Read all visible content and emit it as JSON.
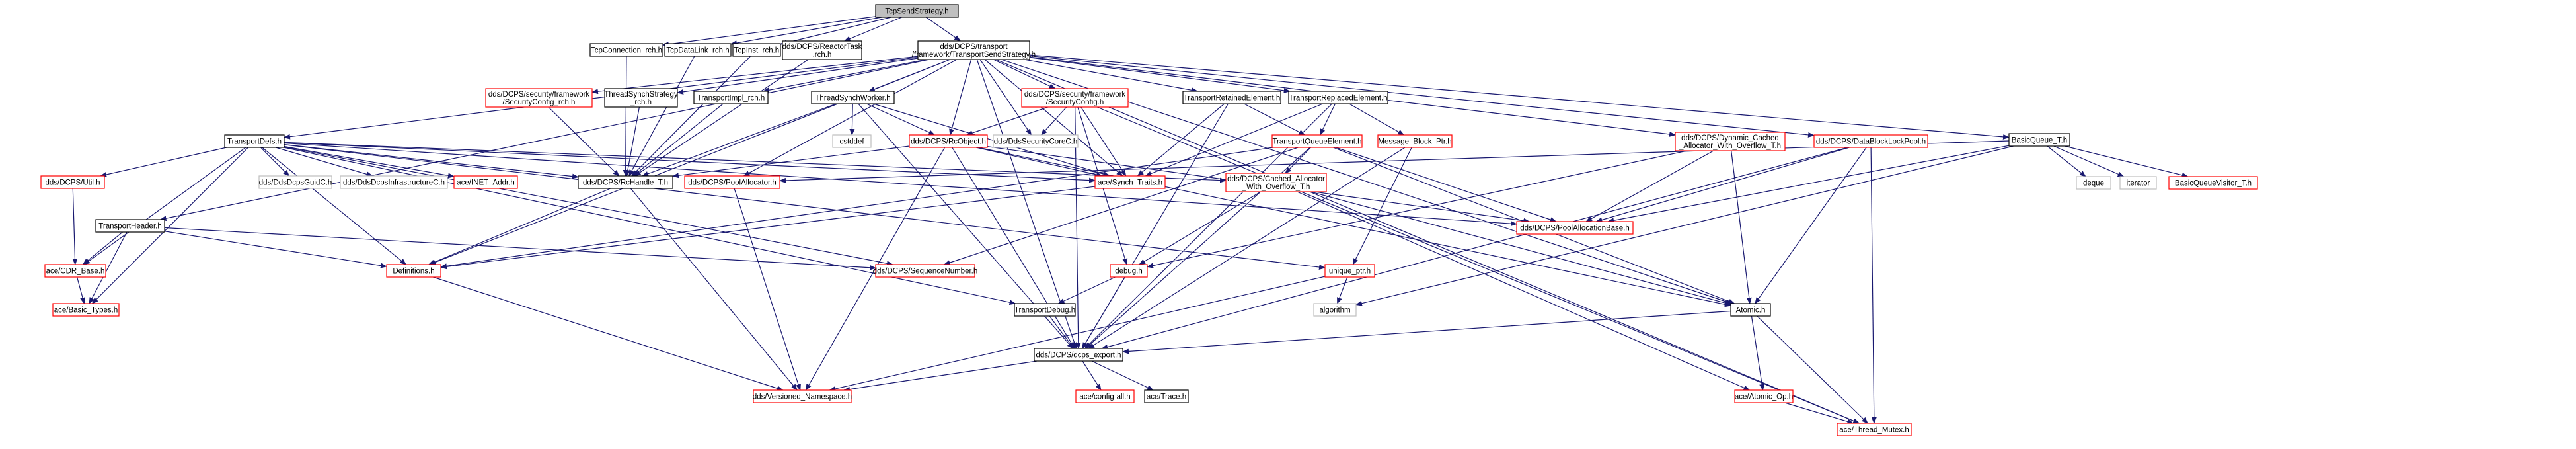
{
  "colors": {
    "edge": "#191970",
    "root_fill": "#bfbfbf",
    "node_border_black": "#000000",
    "node_border_red": "#ff0000",
    "node_border_grey": "#bfbfbf",
    "text": "#000000"
  },
  "nodes": [
    {
      "id": "root",
      "lines": [
        "TcpSendStrategy.h"
      ],
      "style": "root"
    },
    {
      "id": "tcpconn",
      "lines": [
        "TcpConnection_rch.h"
      ],
      "style": "black"
    },
    {
      "id": "tcpdatalink",
      "lines": [
        "TcpDataLink_rch.h"
      ],
      "style": "black"
    },
    {
      "id": "tcpinst",
      "lines": [
        "TcpInst_rch.h"
      ],
      "style": "black"
    },
    {
      "id": "reactortask",
      "lines": [
        "dds/DCPS/ReactorTask",
        ".rch.h"
      ],
      "style": "black"
    },
    {
      "id": "transportsend",
      "lines": [
        "dds/DCPS/transport",
        "/framework/TransportSendStrategy.h"
      ],
      "style": "black"
    },
    {
      "id": "secfw_rch",
      "lines": [
        "dds/DCPS/security/framework",
        "/SecurityConfig_rch.h"
      ],
      "style": "red"
    },
    {
      "id": "threadsynchstrategy",
      "lines": [
        "ThreadSynchStrategy",
        "_rch.h"
      ],
      "style": "black"
    },
    {
      "id": "transportimpl",
      "lines": [
        "TransportImpl_rch.h"
      ],
      "style": "black"
    },
    {
      "id": "threadsynchworker",
      "lines": [
        "ThreadSynchWorker.h"
      ],
      "style": "black"
    },
    {
      "id": "secconfig",
      "lines": [
        "dds/DCPS/security/framework",
        "/SecurityConfig.h"
      ],
      "style": "red"
    },
    {
      "id": "transportretained",
      "lines": [
        "TransportRetainedElement.h"
      ],
      "style": "black"
    },
    {
      "id": "transportreplaced",
      "lines": [
        "TransportReplacedElement.h"
      ],
      "style": "black"
    },
    {
      "id": "basicqueue",
      "lines": [
        "BasicQueue_T.h"
      ],
      "style": "black"
    },
    {
      "id": "transportdefs",
      "lines": [
        "TransportDefs.h"
      ],
      "style": "black"
    },
    {
      "id": "cstddef",
      "lines": [
        "cstddef"
      ],
      "style": "grey"
    },
    {
      "id": "rcobject",
      "lines": [
        "dds/DCPS/RcObject.h"
      ],
      "style": "red"
    },
    {
      "id": "ddssecuritycore",
      "lines": [
        "dds/DdsSecurityCoreC.h"
      ],
      "style": "grey"
    },
    {
      "id": "transportqueue",
      "lines": [
        "TransportQueueElement.h"
      ],
      "style": "red"
    },
    {
      "id": "messageblock",
      "lines": [
        "Message_Block_Ptr.h"
      ],
      "style": "red"
    },
    {
      "id": "dyncached",
      "lines": [
        "dds/DCPS/Dynamic_Cached",
        "_Allocator_With_Overflow_T.h"
      ],
      "style": "red"
    },
    {
      "id": "datablocklock",
      "lines": [
        "dds/DCPS/DataBlockLockPool.h"
      ],
      "style": "red"
    },
    {
      "id": "deque",
      "lines": [
        "deque"
      ],
      "style": "grey"
    },
    {
      "id": "iterator",
      "lines": [
        "iterator"
      ],
      "style": "grey"
    },
    {
      "id": "basicqueuevisitor",
      "lines": [
        "BasicQueueVisitor_T.h"
      ],
      "style": "red"
    },
    {
      "id": "ddsutil",
      "lines": [
        "dds/DCPS/Util.h"
      ],
      "style": "red"
    },
    {
      "id": "transportheader",
      "lines": [
        "TransportHeader.h"
      ],
      "style": "black"
    },
    {
      "id": "guidc",
      "lines": [
        "dds/DdsDcpsGuidC.h"
      ],
      "style": "grey"
    },
    {
      "id": "infrac",
      "lines": [
        "dds/DdsDcpsInfrastructureC.h"
      ],
      "style": "grey"
    },
    {
      "id": "inetaddr",
      "lines": [
        "ace/INET_Addr.h"
      ],
      "style": "red"
    },
    {
      "id": "rchandle",
      "lines": [
        "dds/DCPS/RcHandle_T.h"
      ],
      "style": "black"
    },
    {
      "id": "poolallocator",
      "lines": [
        "dds/DCPS/PoolAllocator.h"
      ],
      "style": "red"
    },
    {
      "id": "synchtraits",
      "lines": [
        "ace/Synch_Traits.h"
      ],
      "style": "red"
    },
    {
      "id": "cachedalloc",
      "lines": [
        "dds/DCPS/Cached_Allocator",
        "_With_Overflow_T.h"
      ],
      "style": "red"
    },
    {
      "id": "poolallocbase",
      "lines": [
        "dds/DCPS/PoolAllocationBase.h"
      ],
      "style": "red"
    },
    {
      "id": "cdrbase",
      "lines": [
        "ace/CDR_Base.h"
      ],
      "style": "red"
    },
    {
      "id": "definitions",
      "lines": [
        "Definitions.h"
      ],
      "style": "red"
    },
    {
      "id": "seqnum",
      "lines": [
        "dds/DCPS/SequenceNumber.h"
      ],
      "style": "red"
    },
    {
      "id": "debug",
      "lines": [
        "debug.h"
      ],
      "style": "red"
    },
    {
      "id": "uniqueptr",
      "lines": [
        "unique_ptr.h"
      ],
      "style": "red"
    },
    {
      "id": "basictypes",
      "lines": [
        "ace/Basic_Types.h"
      ],
      "style": "red"
    },
    {
      "id": "transportdebug",
      "lines": [
        "TransportDebug.h"
      ],
      "style": "black"
    },
    {
      "id": "algorithm",
      "lines": [
        "algorithm"
      ],
      "style": "grey"
    },
    {
      "id": "atomic",
      "lines": [
        "Atomic.h"
      ],
      "style": "black"
    },
    {
      "id": "dcpsexport",
      "lines": [
        "dds/DCPS/dcps_export.h"
      ],
      "style": "black"
    },
    {
      "id": "atomicop",
      "lines": [
        "ace/Atomic_Op.h"
      ],
      "style": "red"
    },
    {
      "id": "versioned",
      "lines": [
        "dds/Versioned_Namespace.h"
      ],
      "style": "red"
    },
    {
      "id": "configall",
      "lines": [
        "ace/config-all.h"
      ],
      "style": "red"
    },
    {
      "id": "acetrace",
      "lines": [
        "ace/Trace.h"
      ],
      "style": "black"
    },
    {
      "id": "threadmutex",
      "lines": [
        "ace/Thread_Mutex.h"
      ],
      "style": "red"
    }
  ],
  "edges": [
    [
      "root",
      "tcpconn"
    ],
    [
      "root",
      "tcpdatalink"
    ],
    [
      "root",
      "tcpinst"
    ],
    [
      "root",
      "reactortask"
    ],
    [
      "root",
      "transportsend"
    ],
    [
      "tcpconn",
      "rchandle"
    ],
    [
      "tcpdatalink",
      "rchandle"
    ],
    [
      "tcpinst",
      "rchandle"
    ],
    [
      "reactortask",
      "rchandle"
    ],
    [
      "transportsend",
      "secfw_rch"
    ],
    [
      "transportsend",
      "threadsynchstrategy"
    ],
    [
      "transportsend",
      "transportimpl"
    ],
    [
      "transportsend",
      "threadsynchworker"
    ],
    [
      "transportsend",
      "secconfig"
    ],
    [
      "transportsend",
      "transportretained"
    ],
    [
      "transportsend",
      "transportreplaced"
    ],
    [
      "transportsend",
      "basicqueue"
    ],
    [
      "transportsend",
      "transportdefs"
    ],
    [
      "transportsend",
      "transportheader"
    ],
    [
      "transportsend",
      "rcobject"
    ],
    [
      "transportsend",
      "ddssecuritycore"
    ],
    [
      "transportsend",
      "poolallocator"
    ],
    [
      "transportsend",
      "synchtraits"
    ],
    [
      "transportsend",
      "dyncached"
    ],
    [
      "transportsend",
      "datablocklock"
    ],
    [
      "transportsend",
      "atomic"
    ],
    [
      "transportsend",
      "dcpsexport"
    ],
    [
      "transportsend",
      "threadmutex"
    ],
    [
      "transportsend",
      "definitions"
    ],
    [
      "secfw_rch",
      "rchandle"
    ],
    [
      "threadsynchstrategy",
      "rchandle"
    ],
    [
      "transportimpl",
      "rchandle"
    ],
    [
      "threadsynchworker",
      "cstddef"
    ],
    [
      "threadsynchworker",
      "rcobject"
    ],
    [
      "threadsynchworker",
      "rchandle"
    ],
    [
      "threadsynchworker",
      "synchtraits"
    ],
    [
      "threadsynchworker",
      "dcpsexport"
    ],
    [
      "secconfig",
      "ddssecuritycore"
    ],
    [
      "secconfig",
      "rcobject"
    ],
    [
      "secconfig",
      "synchtraits"
    ],
    [
      "secconfig",
      "dcpsexport"
    ],
    [
      "secconfig",
      "debug"
    ],
    [
      "secconfig",
      "threadmutex"
    ],
    [
      "transportretained",
      "transportqueue"
    ],
    [
      "transportretained",
      "synchtraits"
    ],
    [
      "transportretained",
      "dcpsexport"
    ],
    [
      "transportreplaced",
      "transportqueue"
    ],
    [
      "transportreplaced",
      "messageblock"
    ],
    [
      "transportreplaced",
      "synchtraits"
    ],
    [
      "transportreplaced",
      "dcpsexport"
    ],
    [
      "basicqueue",
      "deque"
    ],
    [
      "basicqueue",
      "iterator"
    ],
    [
      "basicqueue",
      "basicqueuevisitor"
    ],
    [
      "basicqueue",
      "poolallocator"
    ],
    [
      "basicqueue",
      "poolallocbase"
    ],
    [
      "basicqueue",
      "algorithm"
    ],
    [
      "transportdefs",
      "ddsutil"
    ],
    [
      "transportdefs",
      "guidc"
    ],
    [
      "transportdefs",
      "infrac"
    ],
    [
      "transportdefs",
      "inetaddr"
    ],
    [
      "transportdefs",
      "rchandle"
    ],
    [
      "transportdefs",
      "cdrbase"
    ],
    [
      "transportdefs",
      "basictypes"
    ],
    [
      "transportdefs",
      "definitions"
    ],
    [
      "transportdefs",
      "seqnum"
    ],
    [
      "transportdefs",
      "transportdebug"
    ],
    [
      "transportdefs",
      "cachedalloc"
    ],
    [
      "transportdefs",
      "poolallocbase"
    ],
    [
      "transportdefs",
      "synchtraits"
    ],
    [
      "transportdefs",
      "uniqueptr"
    ],
    [
      "rcobject",
      "rchandle"
    ],
    [
      "rcobject",
      "synchtraits"
    ],
    [
      "rcobject",
      "atomic"
    ],
    [
      "rcobject",
      "dcpsexport"
    ],
    [
      "rcobject",
      "versioned"
    ],
    [
      "rcobject",
      "poolallocbase"
    ],
    [
      "transportqueue",
      "definitions"
    ],
    [
      "transportqueue",
      "cachedalloc"
    ],
    [
      "transportqueue",
      "poolallocbase"
    ],
    [
      "transportqueue",
      "dcpsexport"
    ],
    [
      "transportqueue",
      "atomic"
    ],
    [
      "transportqueue",
      "seqnum"
    ],
    [
      "messageblock",
      "uniqueptr"
    ],
    [
      "messageblock",
      "dcpsexport"
    ],
    [
      "dyncached",
      "poolallocbase"
    ],
    [
      "dyncached",
      "debug"
    ],
    [
      "dyncached",
      "atomic"
    ],
    [
      "datablocklock",
      "atomic"
    ],
    [
      "datablocklock",
      "dcpsexport"
    ],
    [
      "datablocklock",
      "threadmutex"
    ],
    [
      "datablocklock",
      "poolallocbase"
    ],
    [
      "ddsutil",
      "cdrbase"
    ],
    [
      "transportheader",
      "cdrbase"
    ],
    [
      "transportheader",
      "basictypes"
    ],
    [
      "transportheader",
      "seqnum"
    ],
    [
      "transportheader",
      "definitions"
    ],
    [
      "rchandle",
      "definitions"
    ],
    [
      "rchandle",
      "versioned"
    ],
    [
      "poolallocator",
      "versioned"
    ],
    [
      "synchtraits",
      "definitions"
    ],
    [
      "cachedalloc",
      "debug"
    ],
    [
      "cachedalloc",
      "atomic"
    ],
    [
      "cachedalloc",
      "atomicop"
    ],
    [
      "cdrbase",
      "basictypes"
    ],
    [
      "definitions",
      "versioned"
    ],
    [
      "debug",
      "transportdebug"
    ],
    [
      "debug",
      "dcpsexport"
    ],
    [
      "uniqueptr",
      "algorithm"
    ],
    [
      "uniqueptr",
      "versioned"
    ],
    [
      "transportdebug",
      "dcpsexport"
    ],
    [
      "atomic",
      "atomicop"
    ],
    [
      "atomic",
      "threadmutex"
    ],
    [
      "atomic",
      "dcpsexport"
    ],
    [
      "dcpsexport",
      "versioned"
    ],
    [
      "dcpsexport",
      "configall"
    ],
    [
      "dcpsexport",
      "acetrace"
    ],
    [
      "atomicop",
      "threadmutex"
    ]
  ]
}
